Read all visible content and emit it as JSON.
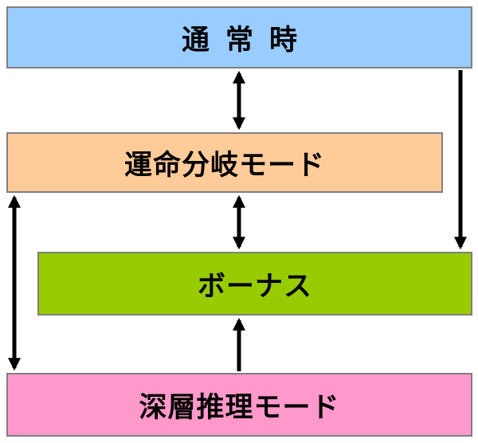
{
  "nodes": {
    "normal": {
      "label": "通常時",
      "fill": "#99ccff"
    },
    "fate_branch": {
      "label": "運命分岐モード",
      "fill": "#ffcc99"
    },
    "bonus": {
      "label": "ボーナス",
      "fill": "#99cc00"
    },
    "deep_reasoning": {
      "label": "深層推理モード",
      "fill": "#ff99cc"
    }
  },
  "edges": [
    {
      "from": "normal",
      "to": "fate_branch",
      "direction": "bidirectional"
    },
    {
      "from": "fate_branch",
      "to": "bonus",
      "direction": "bidirectional"
    },
    {
      "from": "normal",
      "to": "bonus",
      "direction": "one-way"
    },
    {
      "from": "fate_branch",
      "to": "deep_reasoning",
      "direction": "bidirectional"
    },
    {
      "from": "deep_reasoning",
      "to": "bonus",
      "direction": "one-way"
    }
  ],
  "colors": {
    "border": "#7f7f7f",
    "arrow": "#000000"
  }
}
